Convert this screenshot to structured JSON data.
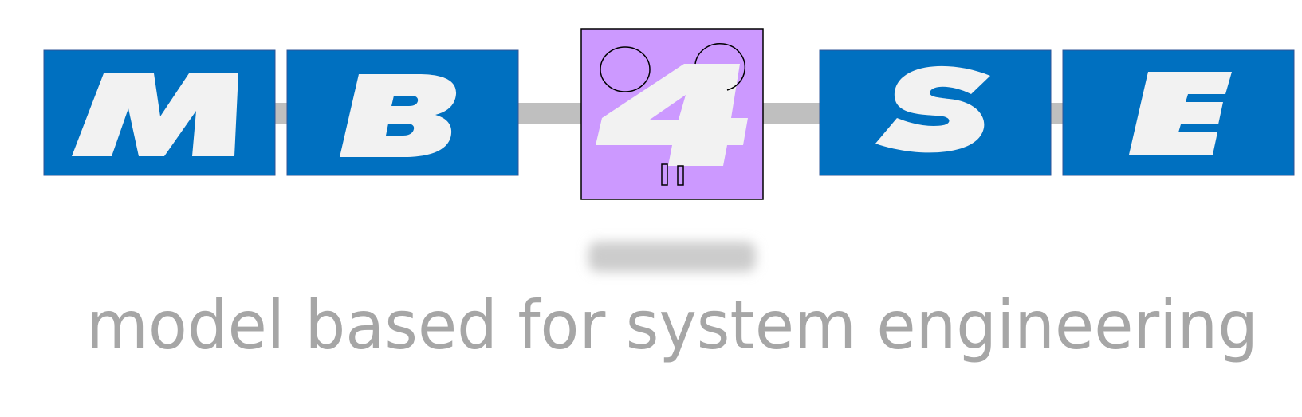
{
  "logo": {
    "letters": [
      "M",
      "B",
      "4",
      "S",
      "E"
    ],
    "tagline": "model based for system engineering"
  },
  "colors": {
    "tile_blue": "#0070c0",
    "tile_purple": "#cc99ff",
    "letter_fill": "#f2f2f2",
    "connector": "#bfbfbf",
    "shadow": "#cccccc",
    "tagline": "#a6a6a6",
    "outline": "#000000"
  }
}
